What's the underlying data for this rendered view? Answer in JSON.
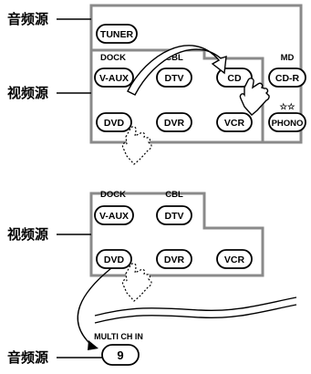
{
  "labels": {
    "audio_source": "音频源",
    "video_source": "视频源"
  },
  "top": {
    "tuner": "TUNER",
    "dock": "DOCK",
    "cbl": "CBL",
    "md": "MD",
    "v_aux": "V-AUX",
    "dtv": "DTV",
    "cd": "CD",
    "cd_r": "CD-R",
    "stars": "☆☆",
    "phono": "PHONO",
    "dvd": "DVD",
    "dvr": "DVR",
    "vcr": "VCR"
  },
  "bottom": {
    "dock": "DOCK",
    "cbl": "CBL",
    "v_aux": "V-AUX",
    "dtv": "DTV",
    "dvd": "DVD",
    "dvr": "DVR",
    "vcr": "VCR",
    "multi_ch_in": "MULTI CH IN",
    "nine": "9"
  }
}
